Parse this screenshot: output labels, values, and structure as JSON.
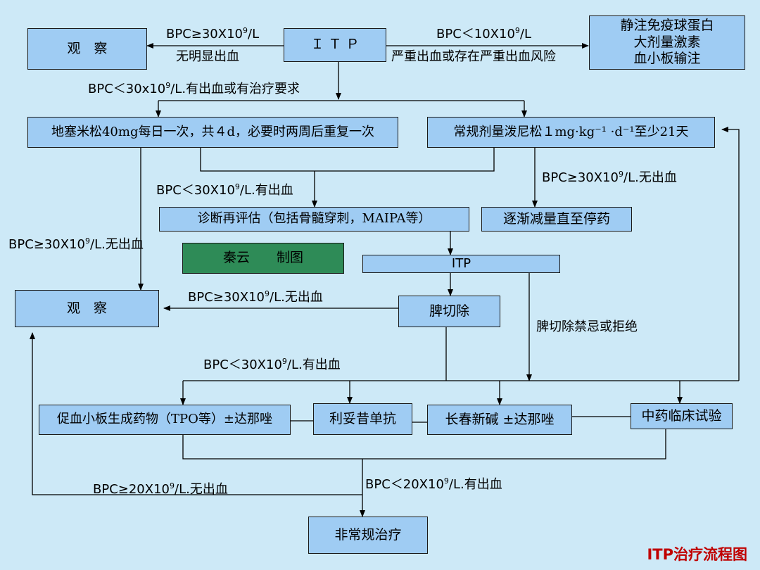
{
  "nodes": {
    "observe_top": "观　察",
    "itp_top": "Ｉ Ｔ Ｐ",
    "ivig": [
      "静注免疫球蛋白",
      "大剂量激素",
      "血小板输注"
    ],
    "dex": "地塞米松40mg每日一次，共４d，必要时两周后重复一次",
    "prednisone": "常规剂量泼尼松１mg·kg⁻¹ ·d⁻¹至少21天",
    "reassess": "诊断再评估（包括骨髓穿刺，MAIPA等）",
    "taper": "逐渐减量直至停药",
    "credit": "秦云　　制图",
    "itp_mid": "ITP",
    "observe_mid": "观　察",
    "splenectomy": "脾切除",
    "tpo": "促血小板生成药物（TPO等）±达那唑",
    "rituximab": "利妥昔单抗",
    "vincristine": "长春新碱 ±达那唑",
    "tcm": "中药临床试验",
    "unconventional": "非常规治疗"
  },
  "labels": {
    "bpc_ge30_top": [
      "BPC≥30X10",
      "9",
      "/L"
    ],
    "no_bleeding_top": "无明显出血",
    "bpc_lt10": [
      "BPC＜10X10",
      "9",
      "/L"
    ],
    "severe_risk": "严重出血或存在严重出血风险",
    "bpc_lt30_treat": [
      "BPC＜30x10",
      "9",
      "/L.有出血或有治疗要求"
    ],
    "bpc_ge30_pred": [
      "BPC≥30X10",
      "9",
      "/L.无出血"
    ],
    "bpc_lt30_reassess": [
      "BPC＜30X10",
      "9",
      "/L.有出血"
    ],
    "bpc_ge30_left": [
      "BPC≥30X10",
      "9",
      "/L.无出血"
    ],
    "bpc_ge30_spleen": [
      "BPC≥30X10",
      "9",
      "/L.无出血"
    ],
    "contraindicated": "脾切除禁忌或拒绝",
    "bpc_lt30_bottom": [
      "BPC＜30X10",
      "9",
      "/L.有出血"
    ],
    "bpc_ge20": [
      "BPC≥20X10",
      "9",
      "/L.无出血"
    ],
    "bpc_lt20": [
      "BPC＜20X10",
      "9",
      "/L.有出血"
    ]
  },
  "footer": "ITP治疗流程图",
  "colors": {
    "background": "#cde9f7",
    "box": "#9fccf3",
    "credit_box": "#2e8b57",
    "footer": "#c00000"
  }
}
